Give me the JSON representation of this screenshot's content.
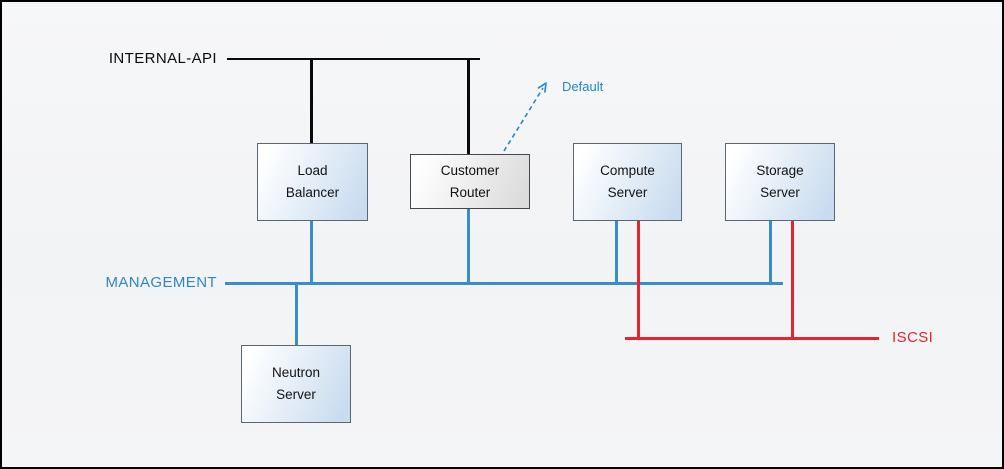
{
  "diagram": {
    "type": "network-topology",
    "networks": {
      "internal_api": {
        "label": "INTERNAL-API"
      },
      "management": {
        "label": "MANAGEMENT"
      },
      "iscsi": {
        "label": "ISCSI"
      }
    },
    "nodes": {
      "load_balancer": {
        "label": "Load\nBalancer"
      },
      "customer_router": {
        "label": "Customer\nRouter"
      },
      "compute_server": {
        "label": "Compute\nServer"
      },
      "storage_server": {
        "label": "Storage\nServer"
      },
      "neutron_server": {
        "label": "Neutron\nServer"
      }
    },
    "annotation": {
      "default_route": "Default"
    },
    "colors": {
      "api_black": "#0a0a0a",
      "mgmt_blue": "#3a8dcb",
      "mgmt_text": "#2e87c5",
      "iscsi_red": "#e8232d",
      "annotation_blue": "#2287c8",
      "node_border": "#5b6770",
      "node_fill_start": "#ffffff",
      "node_fill_end": "#c9dcef",
      "router_fill_end": "#dcdcdc"
    }
  }
}
